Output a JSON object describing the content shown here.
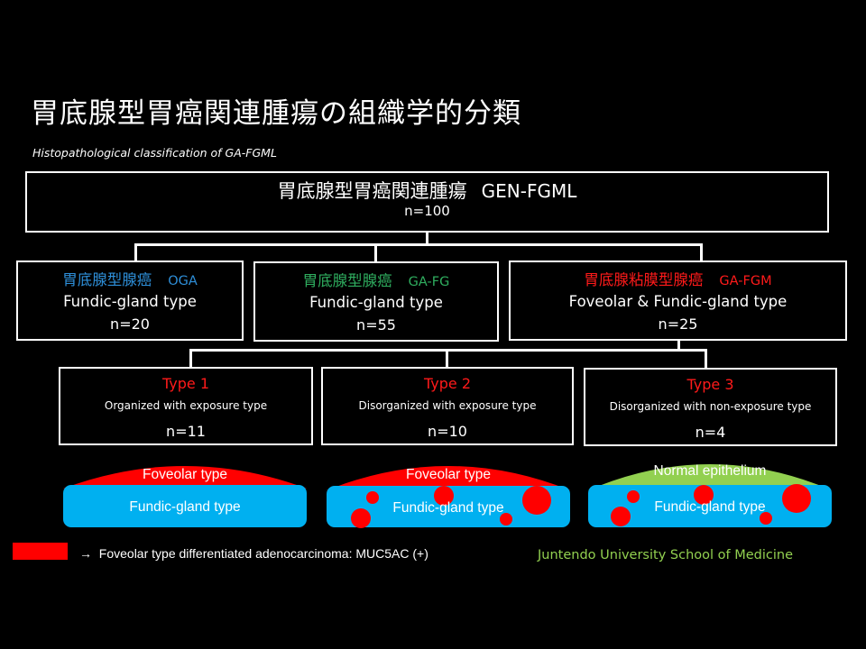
{
  "title": "胃底腺型胃癌関連腫瘍の組織学的分類",
  "subtitle": "Histopathological classification of GA-FGML",
  "colors": {
    "red": "#ff0000",
    "blue": "#00b0f0",
    "green": "#92d050",
    "oga": "#2e8fd9",
    "gafg": "#2fae5f",
    "credit": "#92d050"
  },
  "root": {
    "jp": "胃底腺型胃癌関連腫瘍",
    "en": "GEN-FGML",
    "n": "n=100"
  },
  "subtypes": [
    {
      "jp": "胃底腺型腺癌",
      "abbr": "OGA",
      "type": "Fundic-gland type",
      "n": "n=20"
    },
    {
      "jp": "胃底腺型腺癌",
      "abbr": "GA-FG",
      "type": "Fundic-gland type",
      "n": "n=55"
    },
    {
      "jp": "胃底腺粘膜型腺癌",
      "abbr": "GA-FGM",
      "type": "Foveolar & Fundic-gland type",
      "n": "n=25"
    }
  ],
  "types": [
    {
      "label": "Type 1",
      "desc": "Organized with exposure type",
      "n": "n=11"
    },
    {
      "label": "Type 2",
      "desc": "Disorganized with exposure type",
      "n": "n=10"
    },
    {
      "label": "Type 3",
      "desc": "Disorganized with non-exposure type",
      "n": "n=4"
    }
  ],
  "illustrations": [
    {
      "top_label": "Foveolar type",
      "bottom_label": "Fundic-gland type",
      "top_color": "red"
    },
    {
      "top_label": "Foveolar type",
      "bottom_label": "Fundic-gland type",
      "top_color": "red"
    },
    {
      "top_label": "Normal epithelium",
      "bottom_label": "Fundic-gland type",
      "top_color": "green"
    }
  ],
  "legend": {
    "arrow": "→",
    "text": "Foveolar type differentiated adenocarcinoma: MUC5AC (+)"
  },
  "credit": "Juntendo University School of Medicine"
}
